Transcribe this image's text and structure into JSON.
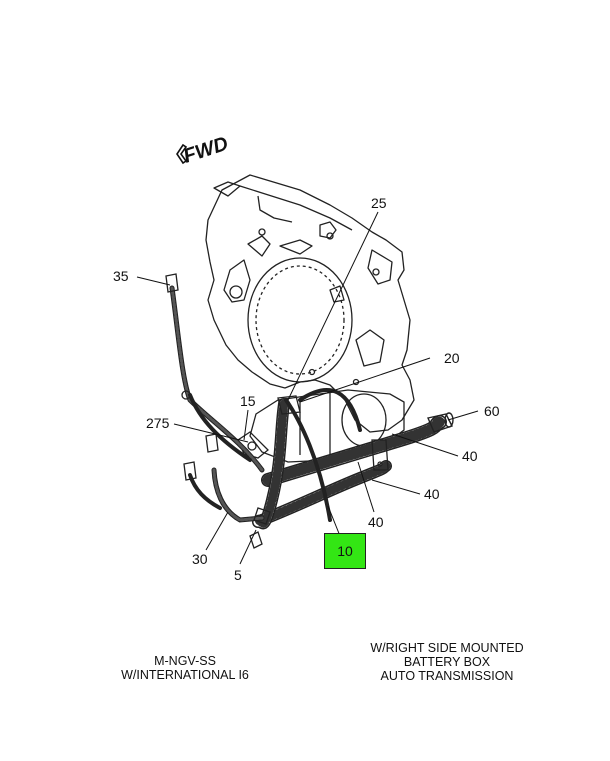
{
  "fwd_label": "FWD",
  "callouts": {
    "c25": "25",
    "c35": "35",
    "c20": "20",
    "c15": "15",
    "c60": "60",
    "c275": "275",
    "c40a": "40",
    "c40b": "40",
    "c40c": "40",
    "c10": "10",
    "c30": "30",
    "c5": "5"
  },
  "highlight_color": "#33e614",
  "notes": {
    "left": [
      "M-NGV-SS",
      "W/INTERNATIONAL I6"
    ],
    "right": [
      "W/RIGHT SIDE MOUNTED",
      "BATTERY BOX",
      "AUTO TRANSMISSION"
    ]
  }
}
